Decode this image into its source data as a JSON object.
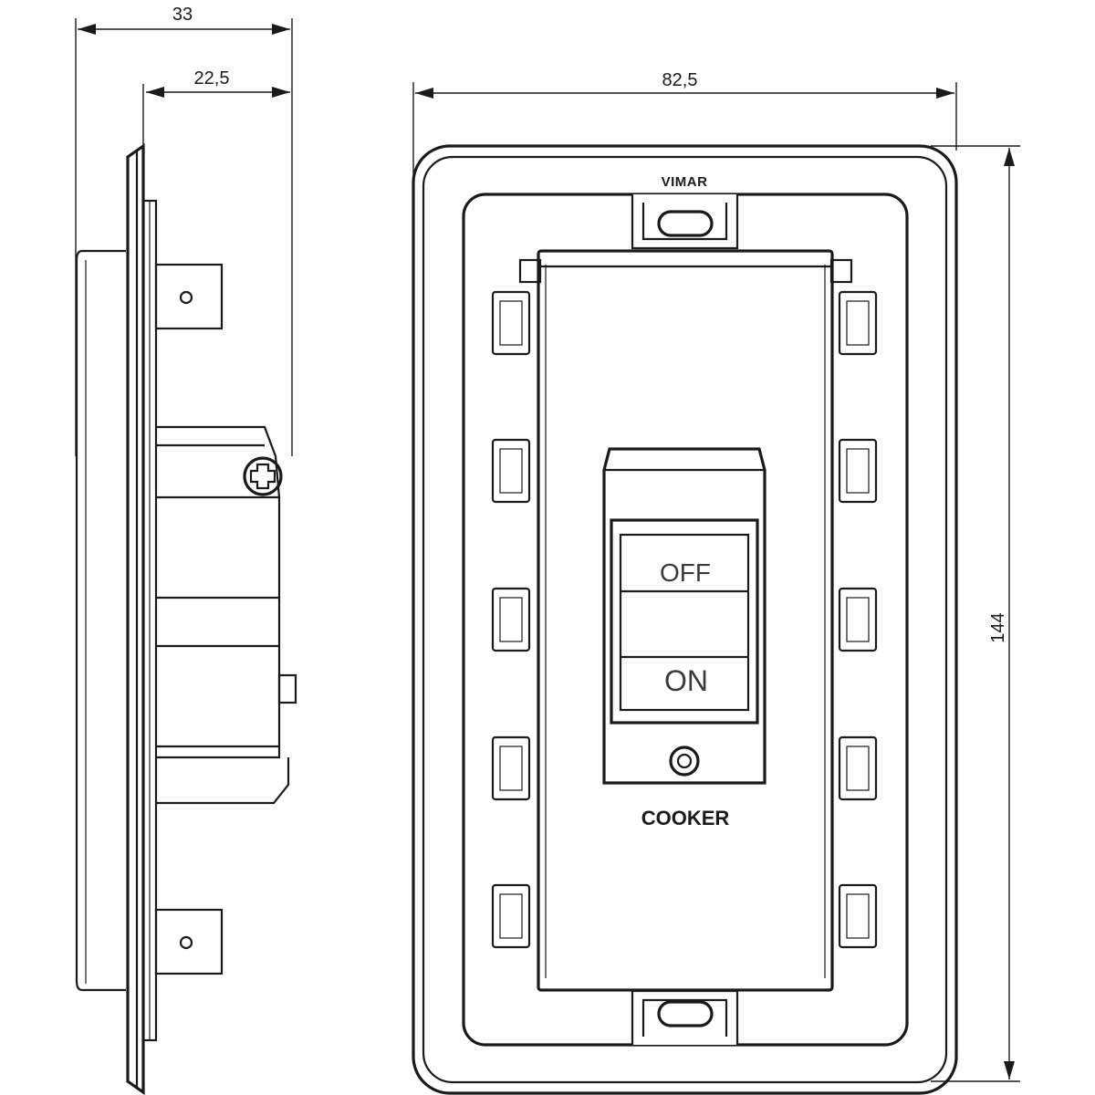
{
  "dimensions": {
    "overall_depth": "33",
    "inner_depth": "22,5",
    "plate_width": "82,5",
    "plate_height": "144"
  },
  "plate": {
    "brand": "VIMAR",
    "switch_off_label": "OFF",
    "switch_on_label": "ON",
    "device_label": "COOKER"
  }
}
